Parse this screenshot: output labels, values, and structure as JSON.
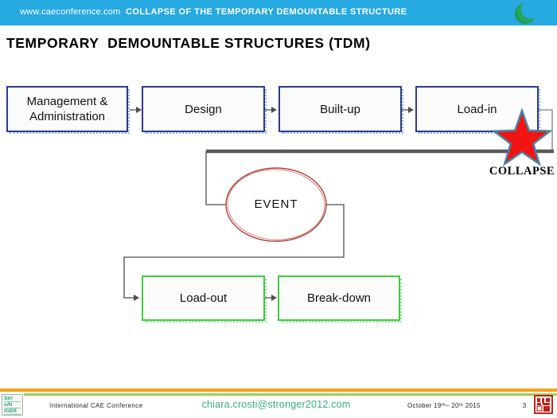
{
  "topbar": {
    "bg_color": "#27A9E1",
    "url": "www.caeconference.com",
    "title": "COLLAPSE OF THE TEMPORARY DEMOUNTABLE STRUCTURE",
    "logo": "green-crescent"
  },
  "slide": {
    "title": "TEMPORARY  DEMOUNTABLE STRUCTURES (TDM)"
  },
  "flowchart": {
    "boxes": [
      {
        "id": "management",
        "label": "Management & Administration",
        "border_color": "#2B3990"
      },
      {
        "id": "design",
        "label": "Design",
        "border_color": "#2B3990"
      },
      {
        "id": "built_up",
        "label": "Built-up",
        "border_color": "#2B3990"
      },
      {
        "id": "load_in",
        "label": "Load-in",
        "border_color": "#2B3990"
      },
      {
        "id": "load_out",
        "label": "Load-out",
        "border_color": "#3FCC40"
      },
      {
        "id": "break_down",
        "label": "Break-down",
        "border_color": "#3FCC40"
      }
    ],
    "event_label": "EVENT",
    "event_outline_color": "#B03A33",
    "collapse_label": "COLLAPSE",
    "star_fill_color": "#F21313",
    "star_outline_color": "#4585A5",
    "connector_color": "#4D4D4D",
    "thick_line_color": "#595959"
  },
  "footer": {
    "accent_orange": "#F7A01B",
    "accent_green": "#A6CA5E",
    "logo_lines": [
      "Str/",
      "o/N",
      "/GER"
    ],
    "conference": "International CAE Conference",
    "email": "chiara.crosti@stronger2012.com",
    "date": "October 19ᵗʰ– 20ᵗʰ 2015",
    "page_number": "3",
    "seal_color": "#C0251B"
  }
}
